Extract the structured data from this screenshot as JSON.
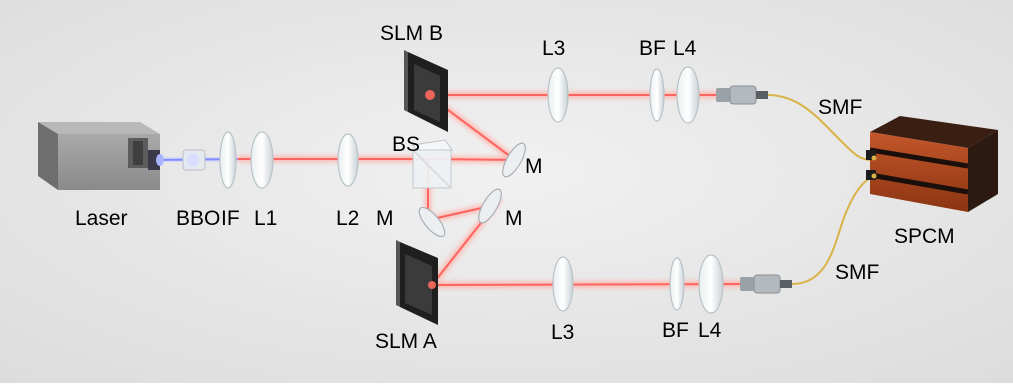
{
  "labels": {
    "laser": "Laser",
    "bbo": "BBO",
    "if": "IF",
    "l1": "L1",
    "l2": "L2",
    "m_lower_left": "M",
    "m_lower_right": "M",
    "m_upper": "M",
    "bs": "BS",
    "slm_b": "SLM B",
    "slm_a": "SLM A",
    "l3_top": "L3",
    "l3_bottom": "L3",
    "bf_top": "BF",
    "l4_top": "L4",
    "bf_bottom": "BF",
    "l4_bottom": "L4",
    "smf_top": "SMF",
    "smf_bottom": "SMF",
    "spcm": "SPCM"
  },
  "colors": {
    "beam_red": "#ff5a55",
    "beam_glow": "#ffb8b0",
    "pump_blue": "#9aa8ff",
    "fiber": "#d9b347",
    "spcm_body": "#b04a1e",
    "slm_face": "#2b2b2b",
    "laser_body": "#8e8e8e"
  }
}
